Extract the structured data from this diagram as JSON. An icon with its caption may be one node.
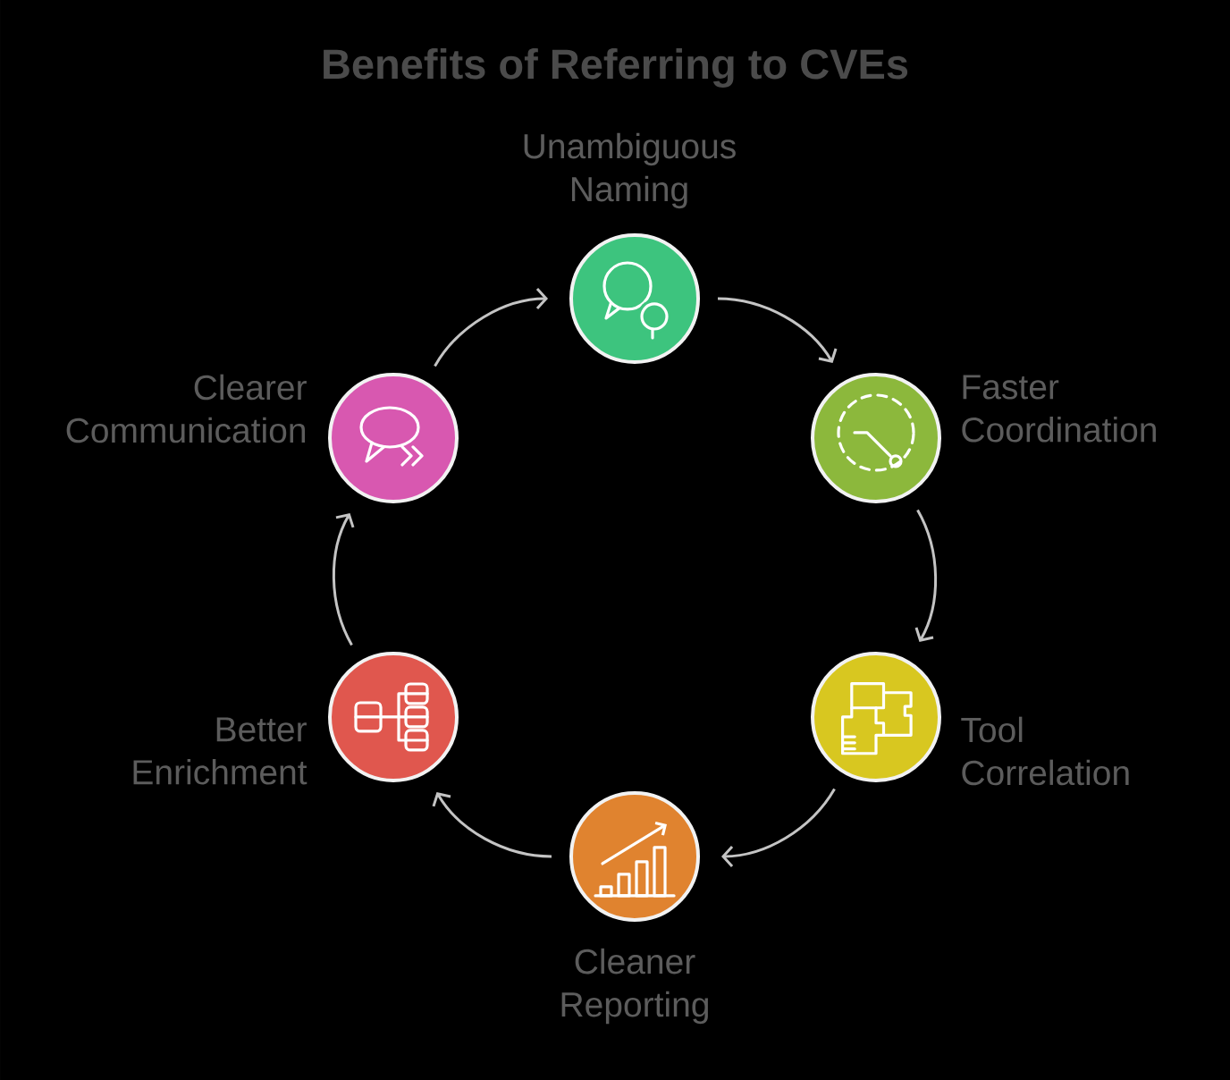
{
  "diagram": {
    "title": "Benefits of Referring to CVEs",
    "nodes": [
      {
        "text": [],
        "shape": "circle",
        "beside": [
          "Unambiguous Naming"
        ]
      },
      {
        "text": [],
        "shape": "circle",
        "beside": [
          "Faster Coordination"
        ]
      },
      {
        "text": [],
        "shape": "circle",
        "beside": [
          "Tool Correlation"
        ]
      },
      {
        "text": [],
        "shape": "circle",
        "beside": [
          "Cleaner Reporting"
        ]
      },
      {
        "text": [],
        "shape": "circle",
        "beside": [
          "Better Enrichment"
        ]
      },
      {
        "text": [],
        "shape": "circle",
        "beside": [
          "Clearer Communication"
        ]
      }
    ],
    "edges": [
      {
        "from": 0,
        "to": 1,
        "arrow": "to"
      },
      {
        "from": 1,
        "to": 2,
        "arrow": "to"
      },
      {
        "from": 2,
        "to": 3,
        "arrow": "to"
      },
      {
        "from": 3,
        "to": 4,
        "arrow": "to"
      },
      {
        "from": 4,
        "to": 5,
        "arrow": "to"
      },
      {
        "from": 5,
        "to": 0,
        "arrow": "to"
      }
    ]
  }
}
